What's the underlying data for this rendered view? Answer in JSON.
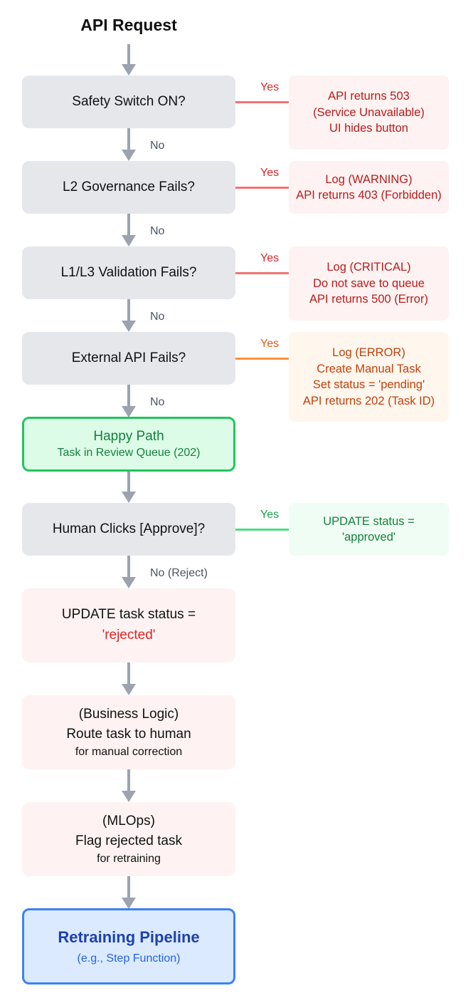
{
  "title": "API Request",
  "colors": {
    "connector": "#9ca3af",
    "decision_fill": "#e5e7eb",
    "error_red": "#f87171",
    "warning_orange": "#fb923c",
    "success_green": "#4ade80",
    "pipeline_blue": "#3b82f6"
  },
  "decisions": [
    {
      "label": "Safety Switch ON?",
      "yes": "Yes",
      "no": "No",
      "outcome": [
        "API returns 503",
        "(Service Unavailable)",
        "UI hides button"
      ]
    },
    {
      "label": "L2 Governance Fails?",
      "yes": "Yes",
      "no": "No",
      "outcome": [
        "Log (WARNING)",
        "API returns 403 (Forbidden)"
      ]
    },
    {
      "label": "L1/L3 Validation Fails?",
      "yes": "Yes",
      "no": "No",
      "outcome": [
        "Log (CRITICAL)",
        "Do not save to queue",
        "API returns 500 (Error)"
      ]
    },
    {
      "label": "External API Fails?",
      "yes": "Yes",
      "no": "No",
      "outcome": [
        "Log (ERROR)",
        "Create Manual Task",
        "Set status = 'pending'",
        "API returns 202 (Task ID)"
      ]
    }
  ],
  "happy_path": {
    "title": "Happy Path",
    "subtitle": "Task in Review Queue (202)"
  },
  "approve_decision": {
    "label": "Human Clicks [Approve]?",
    "yes": "Yes",
    "no": "No (Reject)",
    "outcome": [
      "UPDATE status =",
      "'approved'"
    ]
  },
  "reject_step": {
    "line1": "UPDATE task status =",
    "line2": "'rejected'"
  },
  "business_step": {
    "line1": "(Business Logic)",
    "line2": "Route task to human",
    "line3": "for manual correction"
  },
  "mlops_step": {
    "line1": "(MLOps)",
    "line2": "Flag rejected task",
    "line3": "for retraining"
  },
  "pipeline": {
    "title": "Retraining Pipeline",
    "subtitle": "(e.g., Step Function)"
  }
}
